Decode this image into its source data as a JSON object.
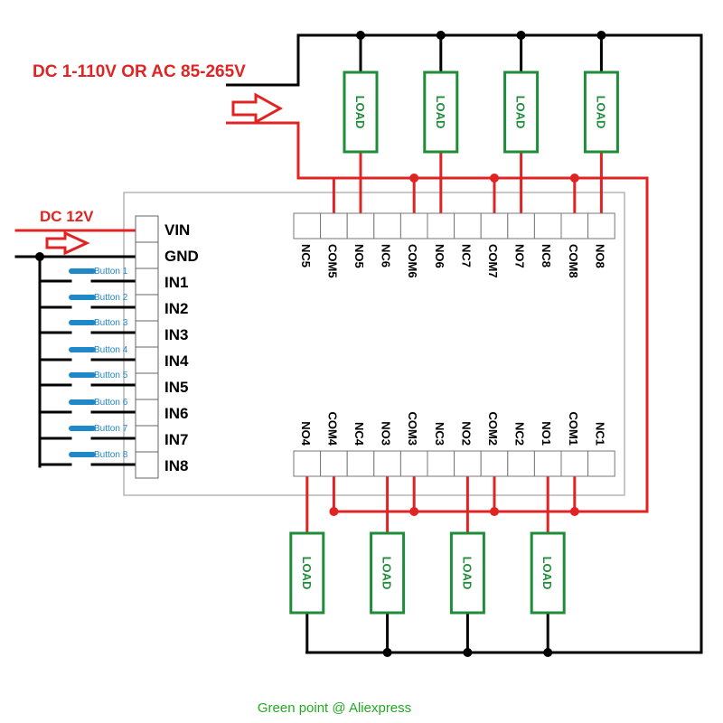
{
  "supply": {
    "load_voltage": "DC 1-110V OR AC 85-265V",
    "board_voltage": "DC 12V"
  },
  "input_pins": [
    "VIN",
    "GND",
    "IN1",
    "IN2",
    "IN3",
    "IN4",
    "IN5",
    "IN6",
    "IN7",
    "IN8"
  ],
  "buttons": [
    "Button 1",
    "Button 2",
    "Button 3",
    "Button 4",
    "Button 5",
    "Button 6",
    "Button 7",
    "Button 8"
  ],
  "top_terminals": [
    "NC5",
    "COM5",
    "NO5",
    "NC6",
    "COM6",
    "NO6",
    "NC7",
    "COM7",
    "NO7",
    "NC8",
    "COM8",
    "NO8"
  ],
  "bottom_terminals": [
    "NO4",
    "COM4",
    "NC4",
    "NO3",
    "COM3",
    "NC3",
    "NO2",
    "COM2",
    "NC2",
    "NO1",
    "COM1",
    "NC1"
  ],
  "load_label": "LOAD",
  "footer": "Green point @ Aliexpress",
  "colors": {
    "phase": "#e02424",
    "neutral": "#000000",
    "load": "#1f8c3a",
    "button": "#1e88c8",
    "footer": "#22aa22"
  }
}
